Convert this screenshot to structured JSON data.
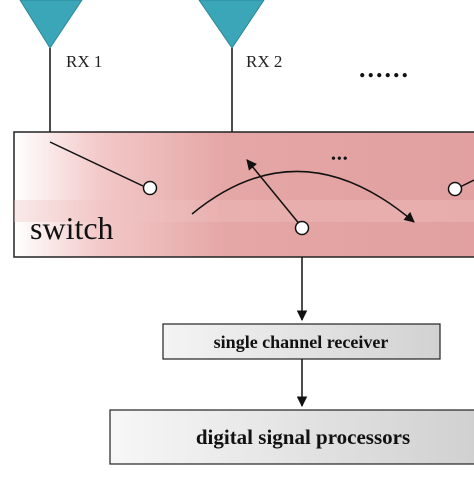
{
  "antennas": [
    {
      "label": "RX 1"
    },
    {
      "label": "RX 2"
    }
  ],
  "ellipsis": "......",
  "switch": {
    "label": "switch",
    "dots": "•••"
  },
  "receiver": {
    "label": "single channel receiver"
  },
  "processor": {
    "label": "digital signal processors"
  },
  "colors": {
    "antenna": "#3aa0b4",
    "switch_fill_start": "#fbeaea",
    "switch_fill_end": "#e4a4a4",
    "box_fill": "#e6e6e6",
    "line": "#111111"
  }
}
